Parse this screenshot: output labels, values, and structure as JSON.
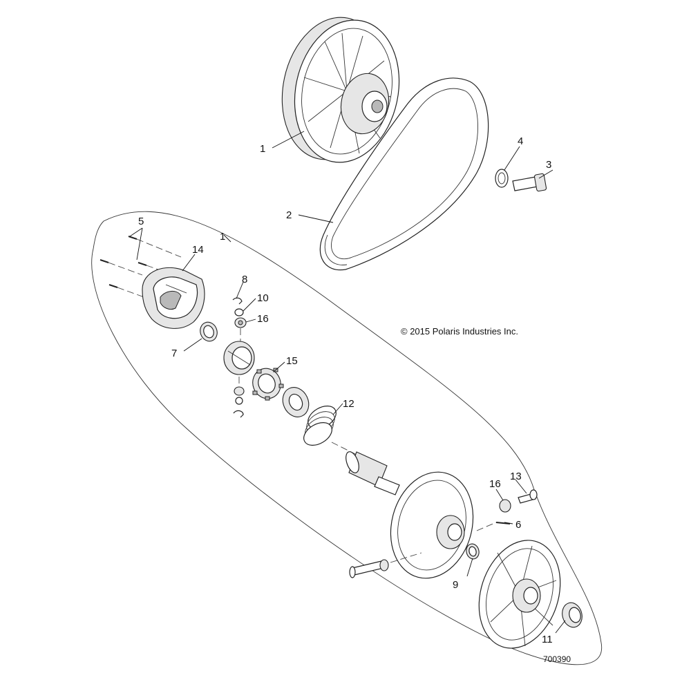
{
  "copyright": "© 2015 Polaris Industries Inc.",
  "figure_number": "700390",
  "callouts": {
    "c1_top": "1",
    "c1_group": "1",
    "c2": "2",
    "c3": "3",
    "c4": "4",
    "c5": "5",
    "c6": "6",
    "c7": "7",
    "c8": "8",
    "c9": "9",
    "c10": "10",
    "c11": "11",
    "c12": "12",
    "c13": "13",
    "c14": "14",
    "c15": "15",
    "c16_a": "16",
    "c16_b": "16"
  }
}
